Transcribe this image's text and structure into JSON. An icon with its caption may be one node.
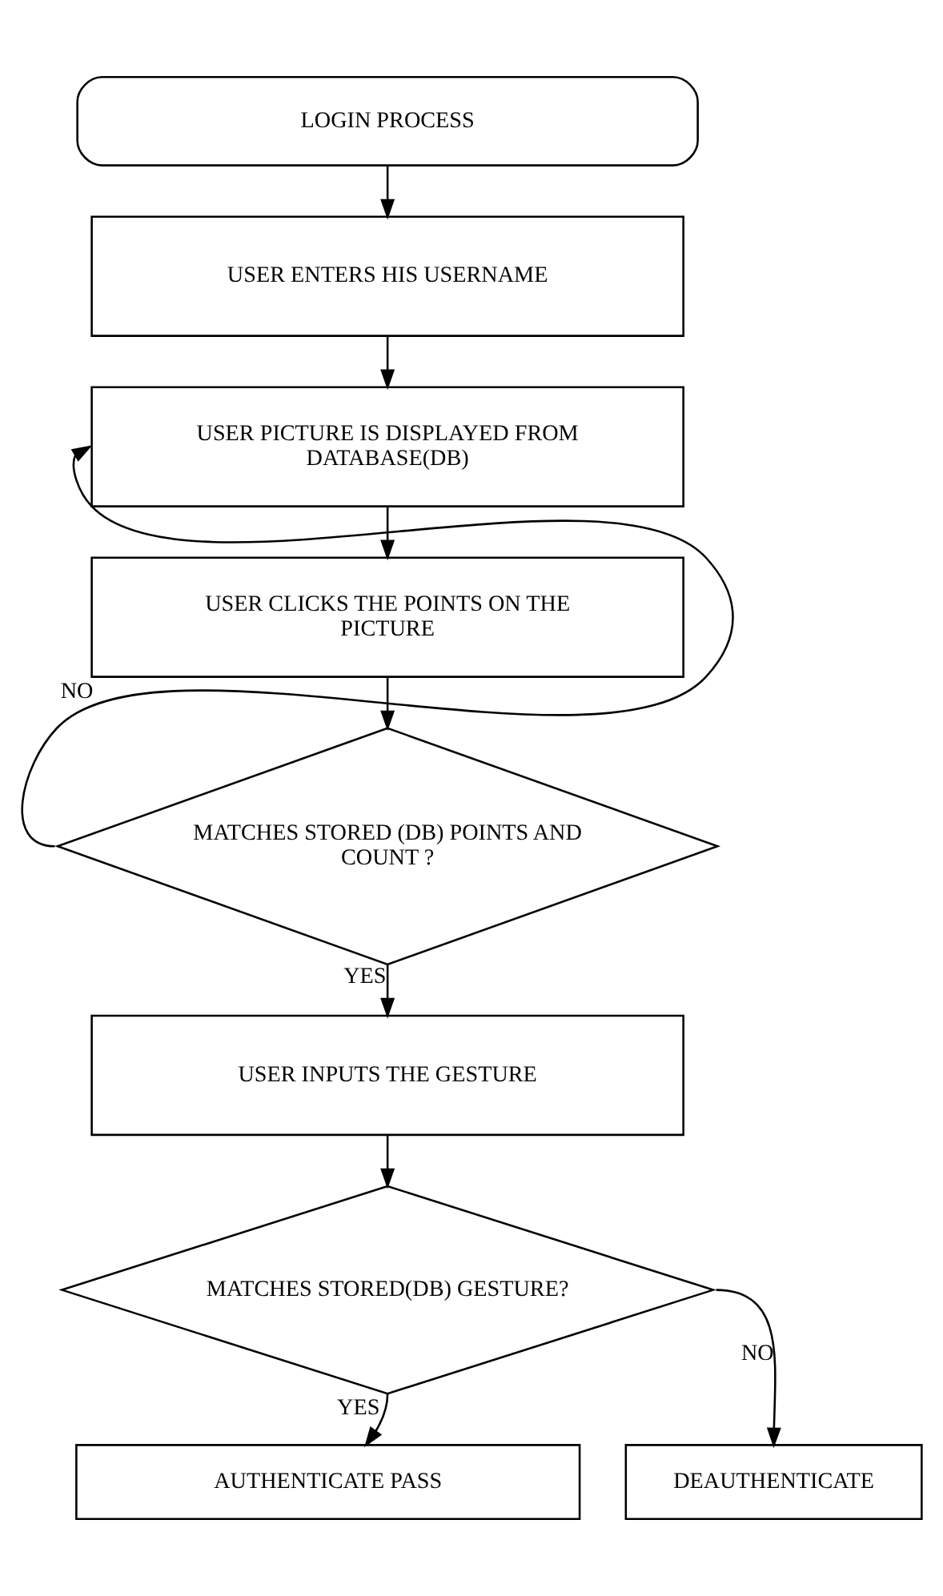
{
  "diagram": {
    "nodes": [
      {
        "text": [
          "LOGIN PROCESS"
        ]
      },
      {
        "text": [
          "USER ENTERS HIS USERNAME"
        ]
      },
      {
        "text": [
          "USER PICTURE IS DISPLAYED FROM DATABASE(DB)"
        ]
      },
      {
        "text": [
          "USER CLICKS THE POINTS ON THE PICTURE"
        ]
      },
      {
        "text": [
          "MATCHES STORED (DB) POINTS AND COUNT ?"
        ]
      },
      {
        "text": [
          "USER INPUTS THE GESTURE"
        ]
      },
      {
        "text": [
          "MATCHES STORED(DB) GESTURE?"
        ]
      },
      {
        "text": [
          "AUTHENTICATE PASS"
        ]
      },
      {
        "text": [
          "DEAUTHENTICATE"
        ]
      }
    ],
    "edges": [
      {
        "from": 0,
        "to": 1,
        "arrow": "to"
      },
      {
        "from": 1,
        "to": 2,
        "arrow": "to"
      },
      {
        "from": 2,
        "to": 3,
        "arrow": "to"
      },
      {
        "from": 3,
        "to": 4,
        "arrow": "to"
      },
      {
        "from": 4,
        "to": 2,
        "arrow": "to",
        "label": "NO"
      },
      {
        "from": 4,
        "to": 5,
        "arrow": "to",
        "label": "YES"
      },
      {
        "from": 5,
        "to": 6,
        "arrow": "to"
      },
      {
        "from": 6,
        "to": 7,
        "arrow": "to",
        "label": "YES"
      },
      {
        "from": 6,
        "to": 8,
        "arrow": "to",
        "label": "NO"
      }
    ]
  }
}
